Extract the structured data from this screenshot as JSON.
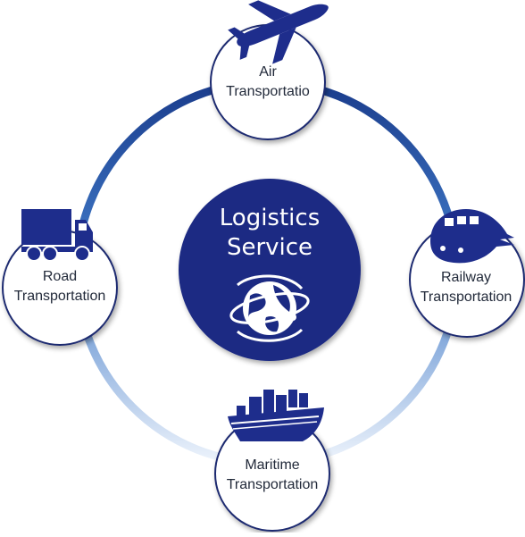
{
  "center": {
    "title_line1": "Logistics",
    "title_line2": "Service",
    "icon": "globe-icon"
  },
  "nodes": {
    "air": {
      "line1": "Air",
      "line2": "Transportatio",
      "icon": "airplane-icon"
    },
    "railway": {
      "line1": "Railway",
      "line2": "Transportation",
      "icon": "train-icon"
    },
    "maritime": {
      "line1": "Maritime",
      "line2": "Transportation",
      "icon": "cargo-ship-icon"
    },
    "road": {
      "line1": "Road",
      "line2": "Transportation",
      "icon": "truck-icon"
    }
  },
  "colors": {
    "ring_dark": "#1a3c8c",
    "ring_light": "#e8f0fb",
    "center_fill": "#1b2a83",
    "icon_fill": "#1e2d8c",
    "node_border": "#1f2a70"
  }
}
